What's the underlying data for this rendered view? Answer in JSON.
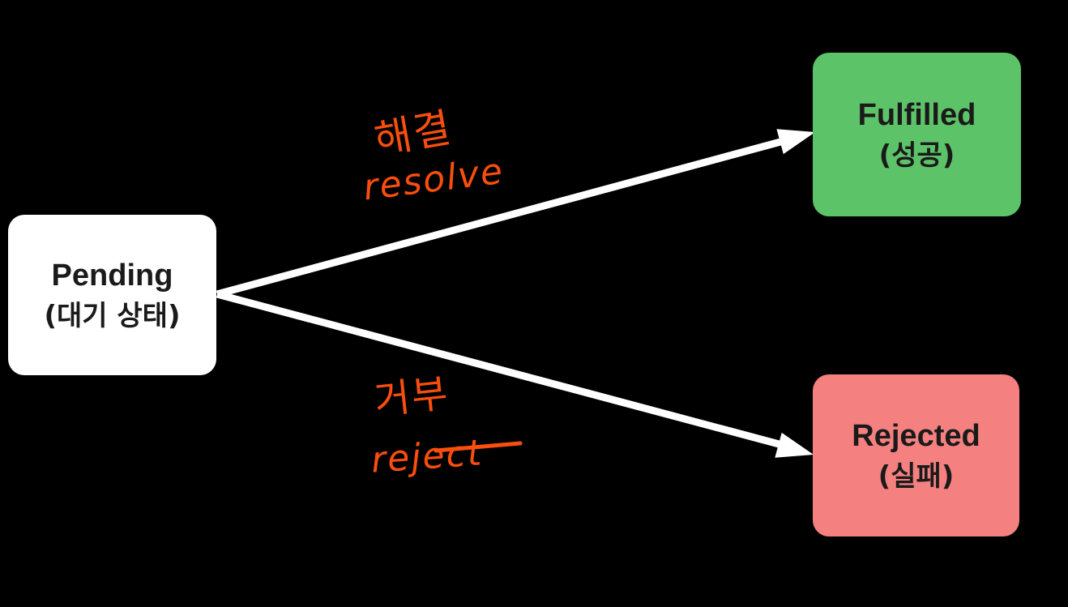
{
  "nodes": {
    "pending": {
      "label": "Pending",
      "sublabel": "(대기 상태)"
    },
    "fulfilled": {
      "label": "Fulfilled",
      "sublabel": "(성공)"
    },
    "rejected": {
      "label": "Rejected",
      "sublabel": "(실패)"
    }
  },
  "edges": {
    "resolve": {
      "annotation_ko": "해결",
      "annotation_en": "resolve"
    },
    "reject": {
      "annotation_ko": "거부",
      "annotation_en": "reject"
    }
  },
  "colors": {
    "background": "#000000",
    "pending_fill": "#ffffff",
    "fulfilled_fill": "#5dc368",
    "rejected_fill": "#f58080",
    "node_text": "#1a1a1a",
    "arrow": "#ffffff",
    "annotation": "#f94e0d"
  }
}
